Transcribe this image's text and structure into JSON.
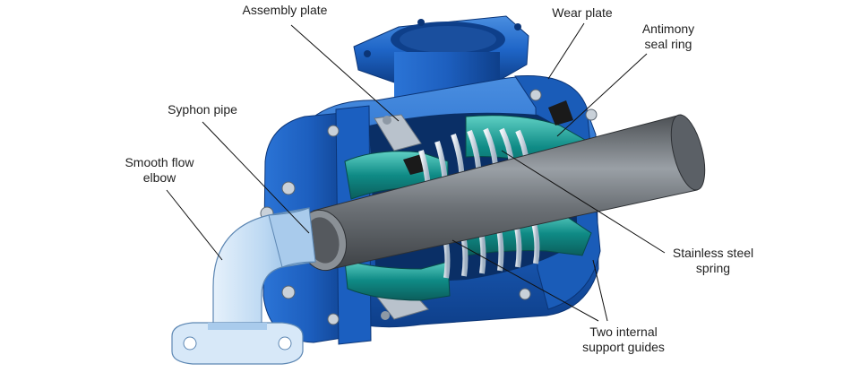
{
  "labels": {
    "assembly_plate": [
      "Assembly plate"
    ],
    "wear_plate": [
      "Wear plate"
    ],
    "antimony_seal_ring": [
      "Antimony",
      "seal ring"
    ],
    "syphon_pipe": [
      "Syphon pipe"
    ],
    "smooth_flow_elbow": [
      "Smooth flow",
      "elbow"
    ],
    "stainless_steel_spring": [
      "Stainless steel",
      "spring"
    ],
    "support_guides": [
      "Two internal",
      "support guides"
    ]
  },
  "colors": {
    "housing_blue": "#1f66c8",
    "housing_dark": "#0e3f8a",
    "housing_light": "#4a8ee0",
    "elbow_light": "#bcd8f2",
    "elbow_mid": "#8fb9e3",
    "seal_teal": "#0f8b86",
    "seal_dark": "#0b5e5c",
    "seal_light": "#5fd0c4",
    "pipe_gray": "#6c7176",
    "pipe_dark": "#3e4246",
    "pipe_light": "#9aa0a6",
    "spring_light": "#dde5ee",
    "spring_mid": "#9fb0c2",
    "plate_silver": "#b9c2cc",
    "leader": "#111111"
  }
}
